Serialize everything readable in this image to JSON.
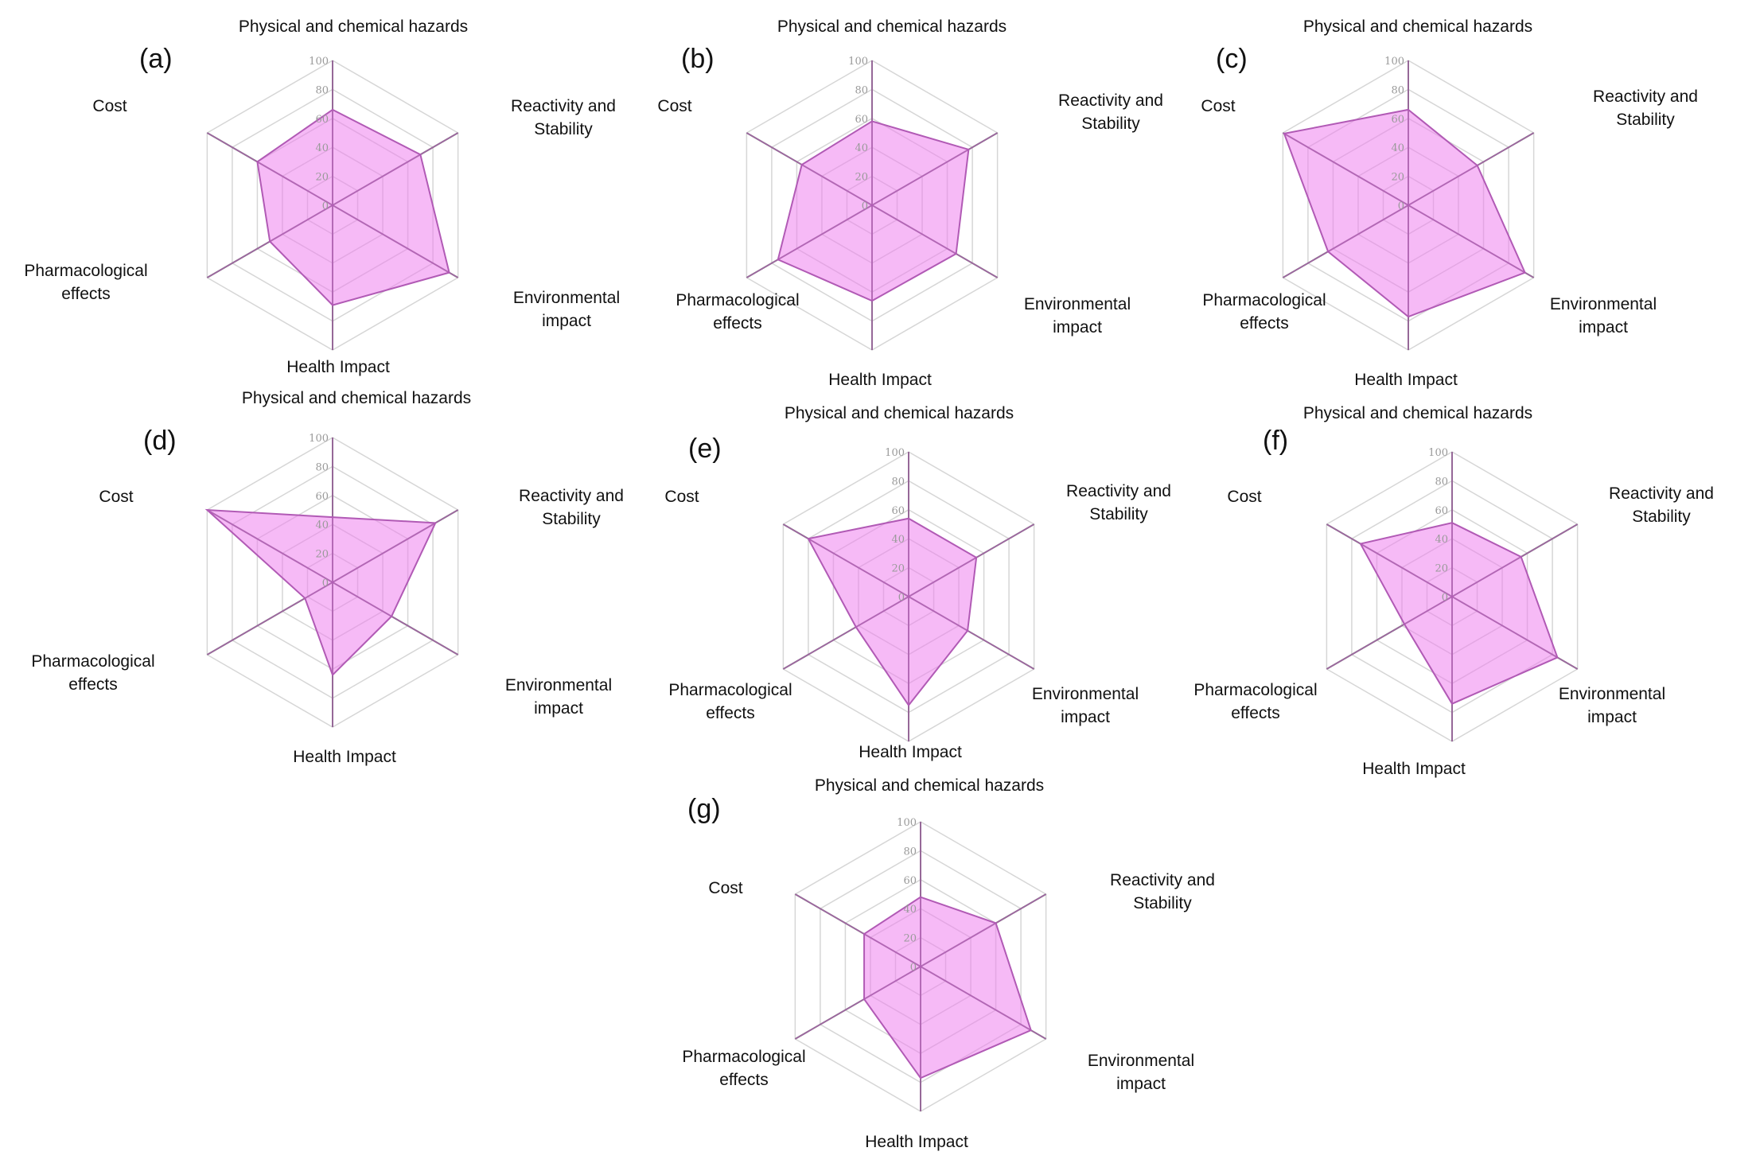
{
  "colors": {
    "fill": "#ee82ee",
    "fill_opacity": 0.55,
    "stroke": "#b15ab5",
    "spoke": "#7a7a7a",
    "grid": "#d6d6d6",
    "tick_text": "#9a9a9a"
  },
  "chart_data": [
    {
      "panel": "(a)",
      "type": "radar",
      "axes": [
        "Physical and chemical hazards",
        "Reactivity and Stability",
        "Environmental impact",
        "Health Impact",
        "Pharmacological effects",
        "Cost"
      ],
      "axis_label_lines": [
        [
          "Physical and chemical hazards"
        ],
        [
          "Reactivity and",
          "Stability"
        ],
        [
          "Environmental",
          "impact"
        ],
        [
          "Health Impact"
        ],
        [
          "Pharmacological",
          "effects"
        ],
        [
          "Cost"
        ]
      ],
      "ticks": [
        "100",
        "80",
        "60",
        "40",
        "20",
        "0"
      ],
      "range": [
        0,
        100
      ],
      "values": [
        66,
        70,
        93,
        69,
        50,
        60
      ]
    },
    {
      "panel": "(b)",
      "type": "radar",
      "axes": [
        "Physical and chemical hazards",
        "Reactivity and Stability",
        "Environmental impact",
        "Health Impact",
        "Pharmacological effects",
        "Cost"
      ],
      "axis_label_lines": [
        [
          "Physical and chemical hazards"
        ],
        [
          "Reactivity and",
          "Stability"
        ],
        [
          "Environmental",
          "impact"
        ],
        [
          "Health Impact"
        ],
        [
          "Pharmacological",
          "effects"
        ],
        [
          "Cost"
        ]
      ],
      "ticks": [
        "100",
        "80",
        "60",
        "40",
        "20",
        "0"
      ],
      "range": [
        0,
        100
      ],
      "values": [
        58,
        77,
        67,
        66,
        75,
        56
      ]
    },
    {
      "panel": "(c)",
      "type": "radar",
      "axes": [
        "Physical and chemical hazards",
        "Reactivity and Stability",
        "Environmental impact",
        "Health Impact",
        "Pharmacological effects",
        "Cost"
      ],
      "axis_label_lines": [
        [
          "Physical and chemical hazards"
        ],
        [
          "Reactivity and",
          "Stability"
        ],
        [
          "Environmental",
          "impact"
        ],
        [
          "Health Impact"
        ],
        [
          "Pharmacological",
          "effects"
        ],
        [
          "Cost"
        ]
      ],
      "ticks": [
        "100",
        "80",
        "60",
        "40",
        "20",
        "0"
      ],
      "range": [
        0,
        100
      ],
      "values": [
        66,
        55,
        93,
        77,
        64,
        99
      ]
    },
    {
      "panel": "(d)",
      "type": "radar",
      "axes": [
        "Physical and chemical hazards",
        "Reactivity and Stability",
        "Environmental impact",
        "Health Impact",
        "Pharmacological effects",
        "Cost"
      ],
      "axis_label_lines": [
        [
          "Physical and chemical hazards"
        ],
        [
          "Reactivity and",
          "Stability"
        ],
        [
          "Environmental",
          "impact"
        ],
        [
          "Health Impact"
        ],
        [
          "Pharmacological",
          "effects"
        ],
        [
          "Cost"
        ]
      ],
      "ticks": [
        "100",
        "80",
        "60",
        "40",
        "20",
        "0"
      ],
      "range": [
        0,
        100
      ],
      "values": [
        45,
        82,
        47,
        64,
        22,
        100
      ]
    },
    {
      "panel": "(e)",
      "type": "radar",
      "axes": [
        "Physical and chemical hazards",
        "Reactivity and Stability",
        "Environmental impact",
        "Health Impact",
        "Pharmacological effects",
        "Cost"
      ],
      "axis_label_lines": [
        [
          "Physical and chemical hazards"
        ],
        [
          "Reactivity and",
          "Stability"
        ],
        [
          "Environmental",
          "impact"
        ],
        [
          "Health Impact"
        ],
        [
          "Pharmacological",
          "effects"
        ],
        [
          "Cost"
        ]
      ],
      "ticks": [
        "100",
        "80",
        "60",
        "40",
        "20",
        "0"
      ],
      "range": [
        0,
        100
      ],
      "values": [
        54,
        54,
        47,
        75,
        42,
        80
      ]
    },
    {
      "panel": "(f)",
      "type": "radar",
      "axes": [
        "Physical and chemical hazards",
        "Reactivity and Stability",
        "Environmental impact",
        "Health Impact",
        "Pharmacological effects",
        "Cost"
      ],
      "axis_label_lines": [
        [
          "Physical and chemical hazards"
        ],
        [
          "Reactivity and",
          "Stability"
        ],
        [
          "Environmental",
          "impact"
        ],
        [
          "Health Impact"
        ],
        [
          "Pharmacological",
          "effects"
        ],
        [
          "Cost"
        ]
      ],
      "ticks": [
        "100",
        "80",
        "60",
        "40",
        "20",
        "0"
      ],
      "range": [
        0,
        100
      ],
      "values": [
        51,
        55,
        84,
        74,
        38,
        73
      ]
    },
    {
      "panel": "(g)",
      "type": "radar",
      "axes": [
        "Physical and chemical hazards",
        "Reactivity and Stability",
        "Environmental impact",
        "Health Impact",
        "Pharmacological effects",
        "Cost"
      ],
      "axis_label_lines": [
        [
          "Physical and chemical hazards"
        ],
        [
          "Reactivity and",
          "Stability"
        ],
        [
          "Environmental",
          "impact"
        ],
        [
          "Health Impact"
        ],
        [
          "Pharmacological",
          "effects"
        ],
        [
          "Cost"
        ]
      ],
      "ticks": [
        "100",
        "80",
        "60",
        "40",
        "20",
        "0"
      ],
      "range": [
        0,
        100
      ],
      "values": [
        48,
        60,
        88,
        77,
        45,
        45
      ]
    }
  ]
}
